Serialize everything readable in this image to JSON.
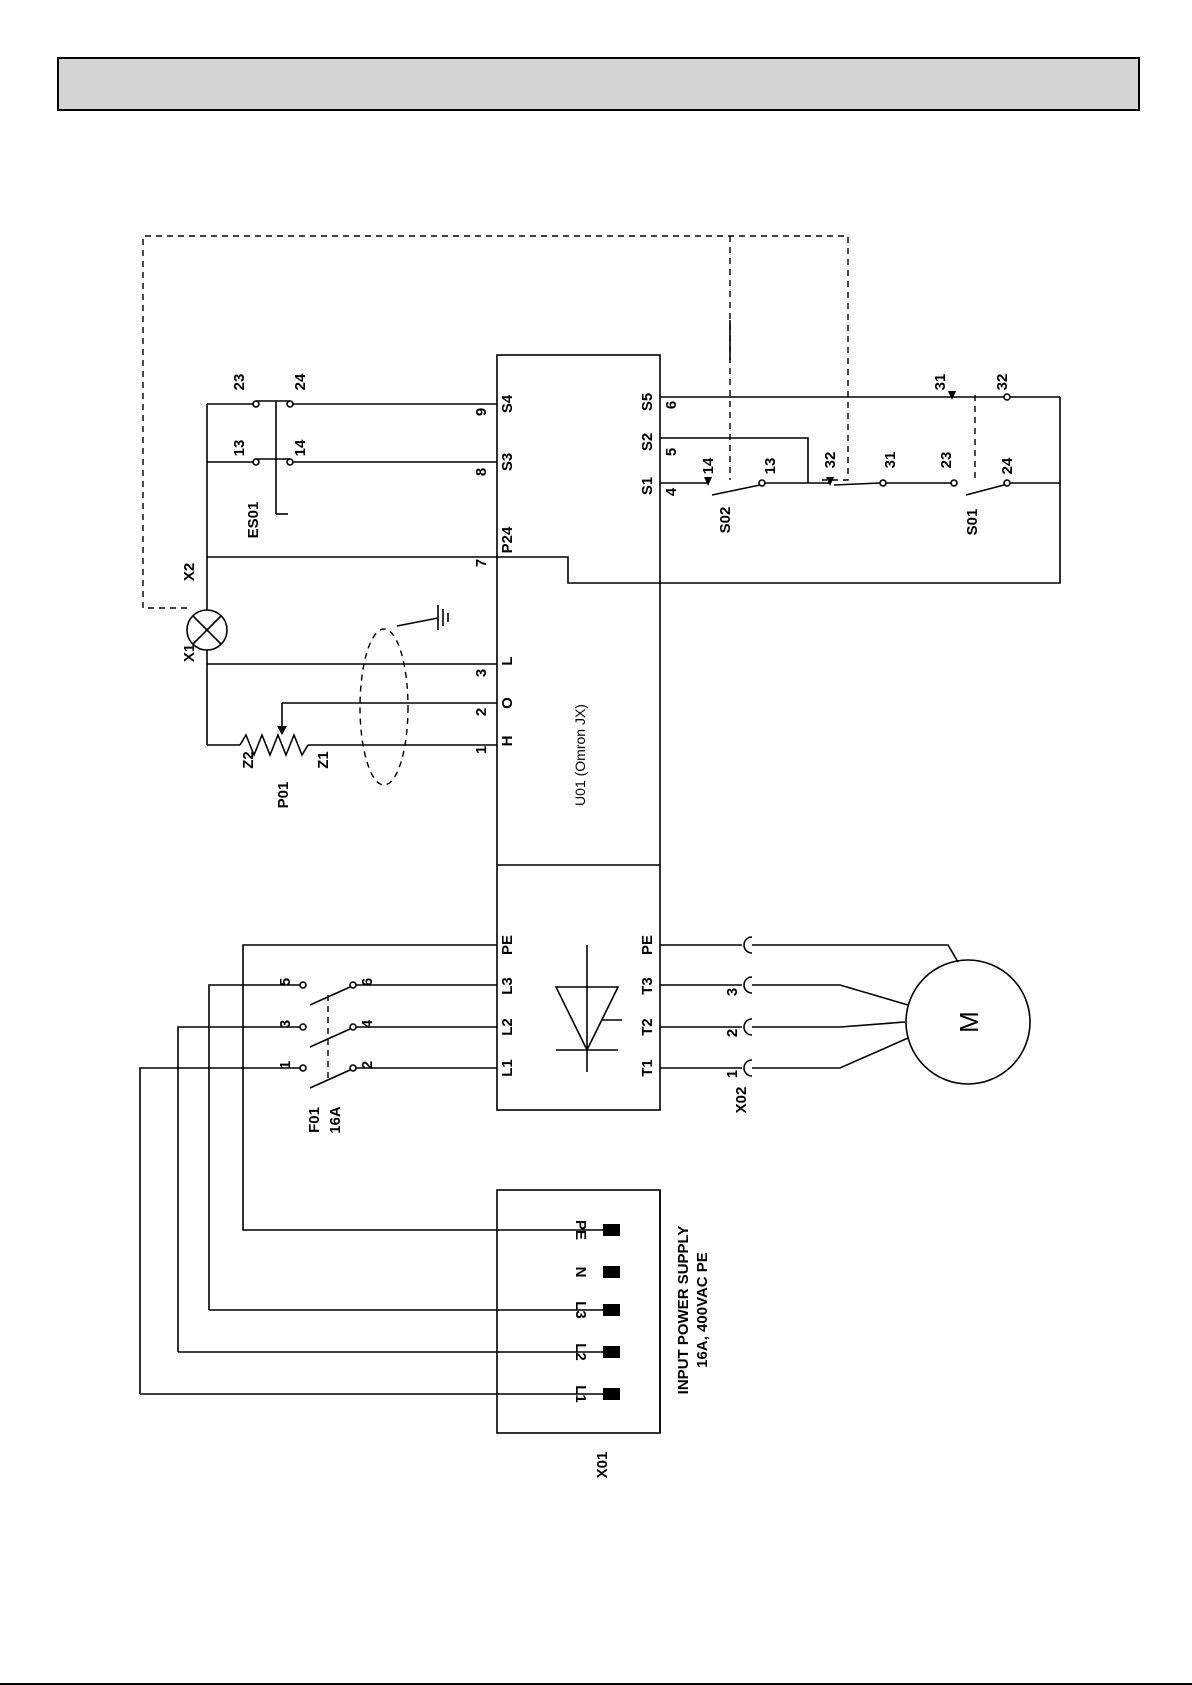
{
  "header": {
    "title": ""
  },
  "drive": {
    "name": "U01 (Omron JX)",
    "control_terms": {
      "h_num": "1",
      "h": "H",
      "o_num": "2",
      "o": "O",
      "l_num": "3",
      "l": "L",
      "p24_num": "7",
      "p24": "P24",
      "s3_num": "8",
      "s3": "S3",
      "s4_num": "9",
      "s4": "S4"
    },
    "input_terms": {
      "s1": "S1",
      "s1_num": "4",
      "s2": "S2",
      "s2_num": "5",
      "s5": "S5",
      "s5_num": "6"
    },
    "power_in": {
      "pe": "PE",
      "l3": "L3",
      "l2": "L2",
      "l1": "L1"
    },
    "power_out": {
      "pe": "PE",
      "t3": "T3",
      "t2": "T2",
      "t1": "T1"
    }
  },
  "lamp": {
    "x1": "X1",
    "x2": "X2"
  },
  "pot": {
    "name": "P01",
    "z1": "Z1",
    "z2": "Z2"
  },
  "estop": {
    "name": "ES01",
    "n13": "13",
    "n14": "14",
    "n23": "23",
    "n24": "24"
  },
  "switch_s02": {
    "name": "S02",
    "n14": "14",
    "n13": "13",
    "n32": "32",
    "n31": "31"
  },
  "switch_s01": {
    "name": "S01",
    "n23": "23",
    "n24": "24",
    "n31": "31",
    "n32": "32"
  },
  "fuse": {
    "name": "F01",
    "rating": "16A",
    "n1": "1",
    "n2": "2",
    "n3": "3",
    "n4": "4",
    "n5": "5",
    "n6": "6"
  },
  "motor_conn": {
    "name": "X02",
    "n1": "1",
    "n2": "2",
    "n3": "3"
  },
  "motor": {
    "label": "M"
  },
  "supply": {
    "name": "X01",
    "line1": "INPUT POWER SUPPLY",
    "line2": "16A, 400VAC PE",
    "pe": "PE",
    "n": "N",
    "l3": "L3",
    "l2": "L2",
    "l1": "L1"
  }
}
